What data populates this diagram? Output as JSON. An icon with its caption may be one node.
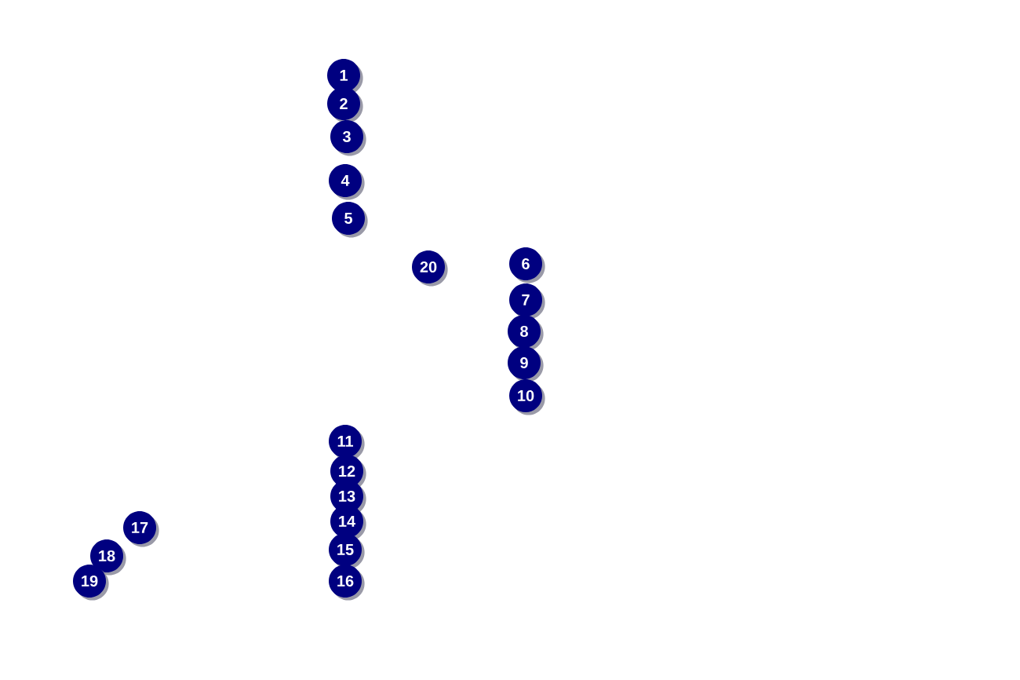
{
  "diagram": {
    "labels": [
      "1",
      "2",
      "3",
      "4",
      "5",
      "6",
      "7",
      "8",
      "9",
      "10",
      "11",
      "12",
      "13",
      "14",
      "15",
      "16",
      "17",
      "18",
      "19",
      "20"
    ]
  }
}
